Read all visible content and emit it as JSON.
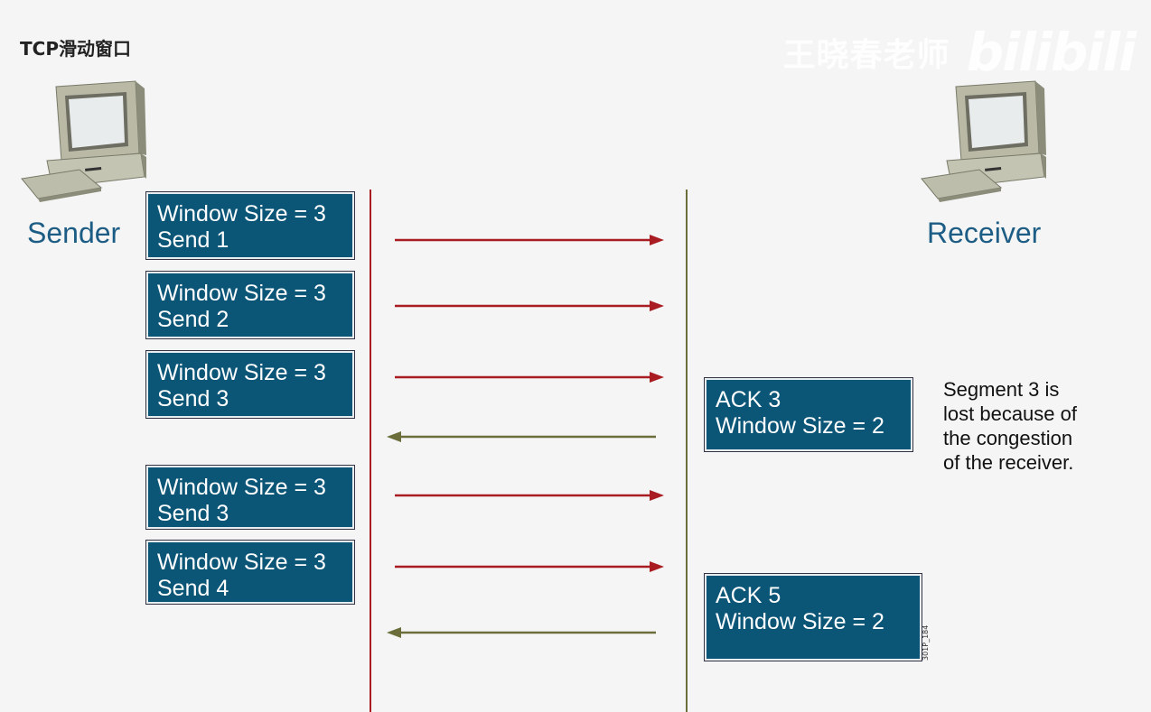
{
  "title": "TCP滑动窗口",
  "watermark": {
    "author": "王晓春老师",
    "logo": "bilibili"
  },
  "sender": {
    "label": "Sender",
    "icon": "computer-icon"
  },
  "receiver": {
    "label": "Receiver",
    "icon": "computer-icon"
  },
  "sender_segments": [
    {
      "line1": "Window Size = 3",
      "line2": "Send 1"
    },
    {
      "line1": "Window Size = 3",
      "line2": "Send 2"
    },
    {
      "line1": "Window Size = 3",
      "line2": "Send 3"
    },
    {
      "line1": "Window Size = 3",
      "line2": "Send 3"
    },
    {
      "line1": "Window Size = 3",
      "line2": "Send 4"
    }
  ],
  "receiver_acks": [
    {
      "line1": "ACK 3",
      "line2": "Window Size = 2"
    },
    {
      "line1": "ACK 5",
      "line2": "Window Size = 2"
    }
  ],
  "note": {
    "lines": [
      "Segment 3 is",
      "lost because of",
      "the congestion",
      "of the receiver."
    ]
  },
  "figure_id": "301P_184",
  "colors": {
    "box_fill": "#0b5577",
    "sender_arrow": "#a81c22",
    "receiver_arrow": "#6b6e3a",
    "label_blue": "#1d5d85"
  }
}
